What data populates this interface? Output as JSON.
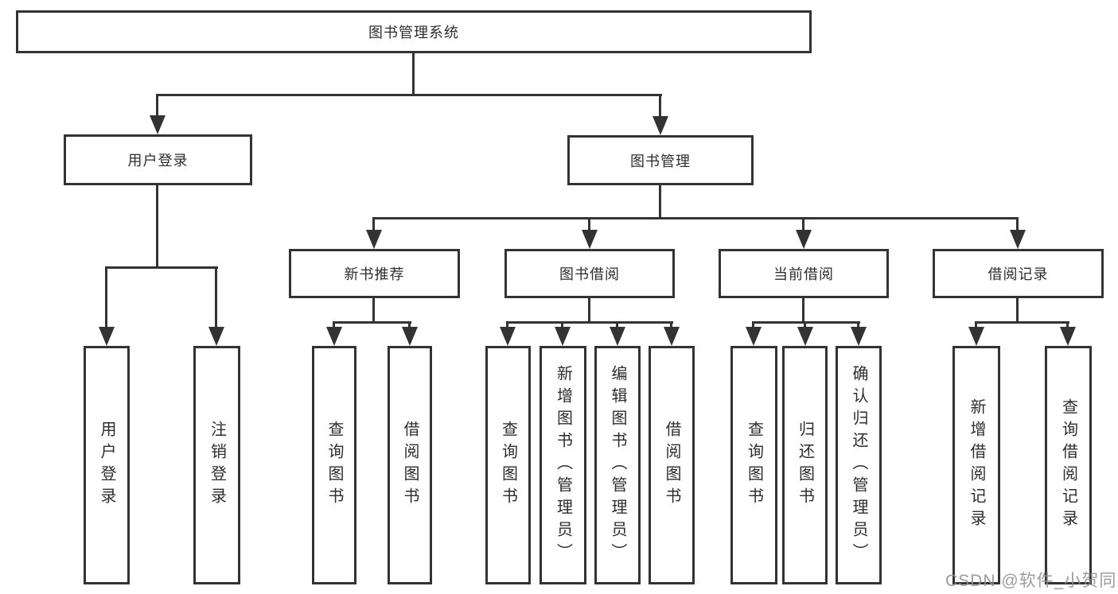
{
  "diagram": {
    "title": "图书管理系统",
    "root": {
      "label": "图书管理系统",
      "children": [
        {
          "label": "用户登录",
          "children": [
            {
              "label": "用户登录"
            },
            {
              "label": "注销登录"
            }
          ]
        },
        {
          "label": "图书管理",
          "children": [
            {
              "label": "新书推荐",
              "children": [
                {
                  "label": "查询图书"
                },
                {
                  "label": "借阅图书"
                }
              ]
            },
            {
              "label": "图书借阅",
              "children": [
                {
                  "label": "查询图书"
                },
                {
                  "label": "新增图书（管理员）"
                },
                {
                  "label": "编辑图书（管理员）"
                },
                {
                  "label": "借阅图书"
                }
              ]
            },
            {
              "label": "当前借阅",
              "children": [
                {
                  "label": "查询图书"
                },
                {
                  "label": "归还图书"
                },
                {
                  "label": "确认归还（管理员）"
                }
              ]
            },
            {
              "label": "借阅记录",
              "children": [
                {
                  "label": "新增借阅记录"
                },
                {
                  "label": "查询借阅记录"
                }
              ]
            }
          ]
        }
      ]
    }
  },
  "watermark": {
    "text": "CSDN @软件_小贺同学"
  },
  "colors": {
    "line": "#333333",
    "text": "#2d2d2d",
    "watermark": "#919191",
    "background": "#ffffff"
  }
}
